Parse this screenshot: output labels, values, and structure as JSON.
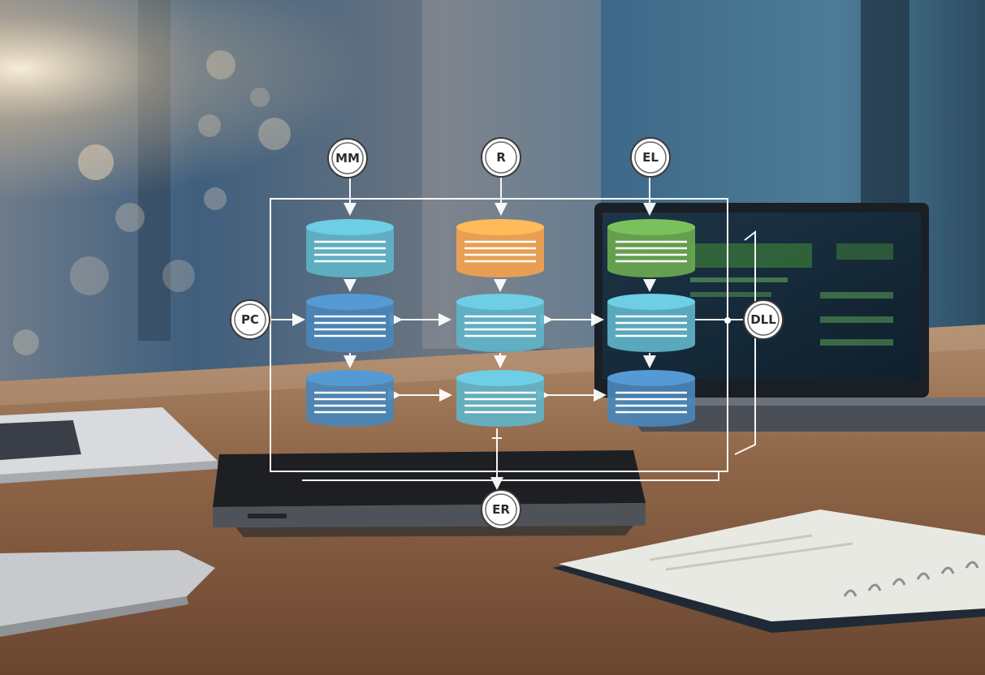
{
  "scene": {
    "description_colors": {
      "wall_window": "#3f6a8a",
      "desk_wood": "#8a6246",
      "hologram_line": "#ffffff",
      "db_blue_dark": "#4a86b8",
      "db_blue_light": "#5fb3c7",
      "db_orange": "#f2a24e",
      "db_green": "#6aa84f"
    }
  },
  "diagram": {
    "nodes": {
      "top_left": "MM",
      "top_center": "R",
      "top_right": "EL",
      "left": "PC",
      "right": "DLL",
      "bottom": "ER"
    },
    "databases": [
      {
        "id": "db-r1c1",
        "color": "#5fb3c7"
      },
      {
        "id": "db-r1c2",
        "color": "#f2a24e"
      },
      {
        "id": "db-r1c3",
        "color": "#6aa84f"
      },
      {
        "id": "db-r2c1",
        "color": "#4a86b8"
      },
      {
        "id": "db-r2c2",
        "color": "#5fb3c7"
      },
      {
        "id": "db-r2c3",
        "color": "#5fb3c7"
      },
      {
        "id": "db-r3c1",
        "color": "#4a86b8"
      },
      {
        "id": "db-r3c2",
        "color": "#5fb3c7"
      },
      {
        "id": "db-r3c3",
        "color": "#4a86b8"
      }
    ]
  }
}
